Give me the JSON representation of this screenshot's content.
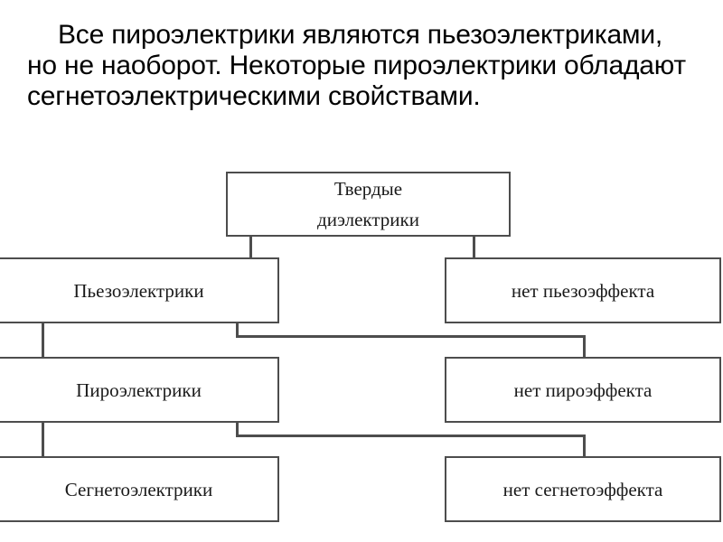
{
  "slide": {
    "background_color": "#ffffff",
    "heading": "Все пироэлектрики являются пьезоэлектриками, но не наоборот. Некоторые пироэлектрики обладают сегнетоэлектрическими свойствами."
  },
  "diagram": {
    "type": "tree",
    "border_color": "#4d4d4d",
    "text_color": "#1a1a1a",
    "nodes": {
      "root": "Твердые\nдиэлектрики",
      "piezo": "Пьезоэлектрики",
      "no_piezo": "нет пьезоэффекта",
      "pyro": "Пироэлектрики",
      "no_pyro": "нет пироэффекта",
      "ferro": "Сегнетоэлектрики",
      "no_ferro": "нет сегнетоэффекта"
    },
    "edges": [
      {
        "from": "root",
        "to": "piezo"
      },
      {
        "from": "root",
        "to": "no_piezo"
      },
      {
        "from": "piezo",
        "to": "pyro"
      },
      {
        "from": "piezo",
        "to": "no_pyro"
      },
      {
        "from": "pyro",
        "to": "ferro"
      },
      {
        "from": "pyro",
        "to": "no_ferro"
      }
    ]
  }
}
